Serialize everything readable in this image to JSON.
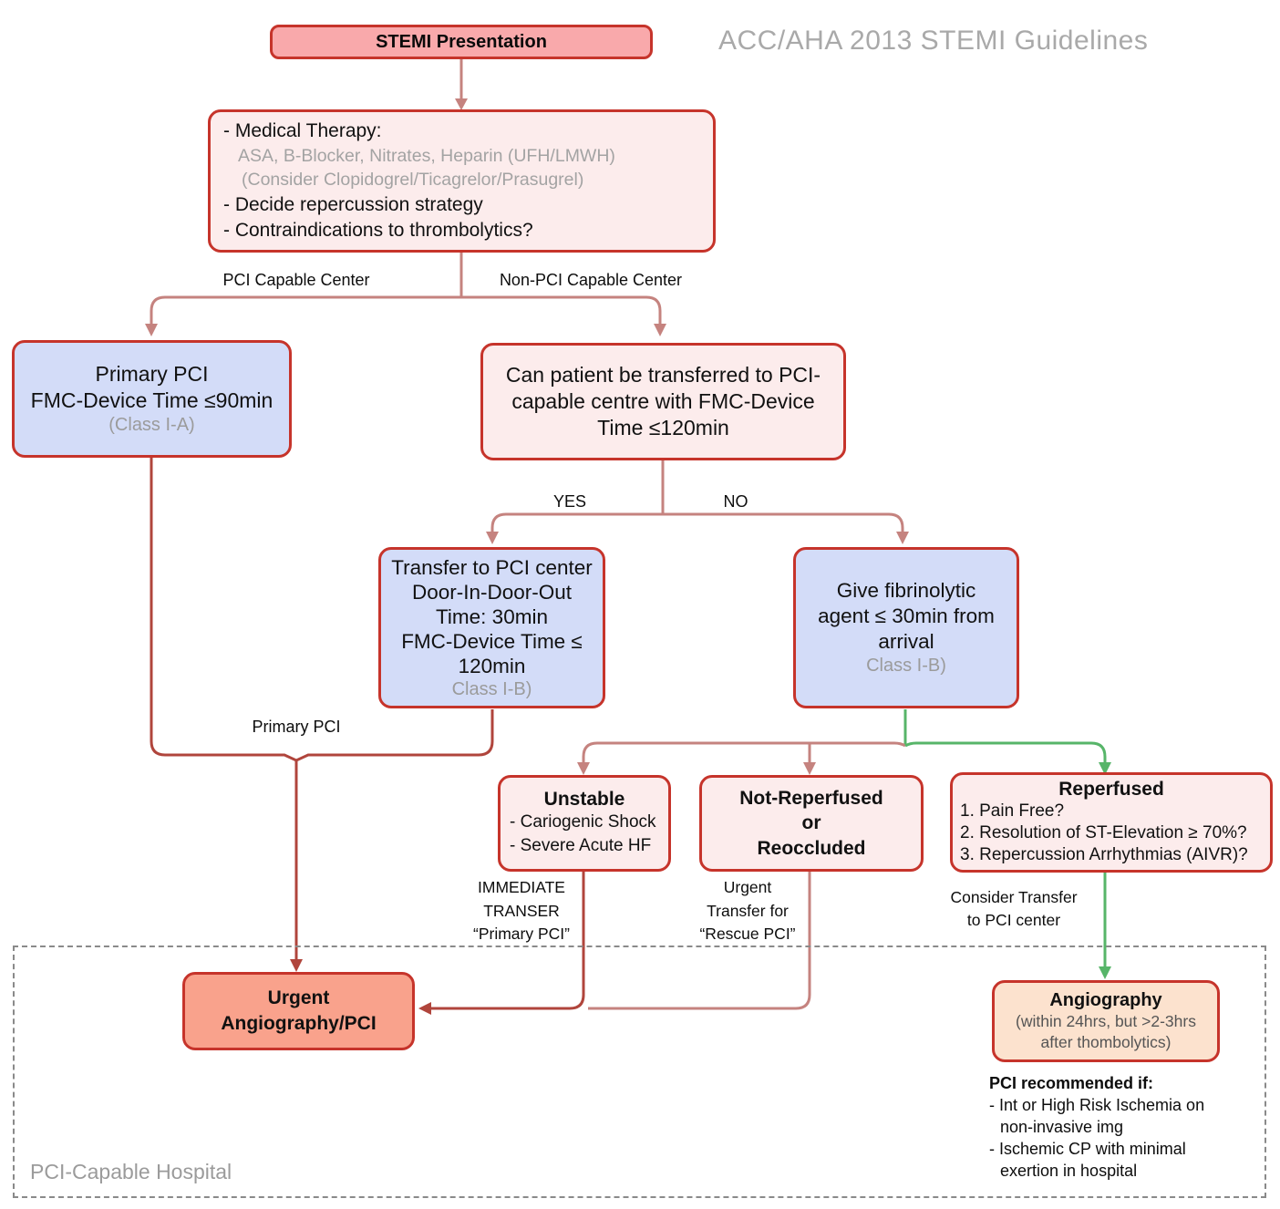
{
  "header": {
    "title": "ACC/AHA 2013 STEMI Guidelines"
  },
  "nodes": {
    "stemi": {
      "label": "STEMI Presentation"
    },
    "medical": {
      "lines": [
        "- Medical Therapy:",
        "ASA, B-Blocker, Nitrates, Heparin (UFH/LMWH)",
        "(Consider Clopidogrel/Ticagrelor/Prasugrel)",
        "- Decide repercussion strategy",
        "- Contraindications to thrombolytics?"
      ]
    },
    "primary_pci": {
      "lines": [
        "Primary PCI",
        "FMC-Device Time ≤90min"
      ],
      "class_label": "(Class I-A)"
    },
    "transfer_question": {
      "lines": [
        "Can patient be transferred to PCI-",
        "capable centre with FMC-Device",
        "Time ≤120min"
      ]
    },
    "transfer_pci": {
      "lines": [
        "Transfer to PCI center",
        "Door-In-Door-Out",
        "Time: 30min",
        "FMC-Device Time ≤",
        "120min"
      ],
      "class_label": "Class I-B)"
    },
    "fibrinolytic": {
      "lines": [
        "Give fibrinolytic",
        "agent ≤ 30min from",
        "arrival"
      ],
      "class_label": "Class I-B)"
    },
    "unstable": {
      "title": "Unstable",
      "items": [
        "- Cariogenic Shock",
        "- Severe Acute HF"
      ]
    },
    "not_reperfused": {
      "lines": [
        "Not-Reperfused",
        "or",
        "Reoccluded"
      ]
    },
    "reperfused": {
      "title": "Reperfused",
      "items": [
        "1. Pain Free?",
        "2. Resolution of ST-Elevation ≥ 70%?",
        "3. Repercussion Arrhythmias (AIVR)?"
      ]
    },
    "urgent_angio": {
      "lines": [
        "Urgent",
        "Angiography/PCI"
      ]
    },
    "angiography": {
      "title": "Angiography",
      "sub_lines": [
        "(within 24hrs, but >2-3hrs",
        "after thombolytics)"
      ]
    }
  },
  "edge_labels": {
    "pci_capable": "PCI Capable Center",
    "non_pci_capable": "Non-PCI Capable Center",
    "yes": "YES",
    "no": "NO",
    "primary_pci": "Primary PCI",
    "immediate_transfer": [
      "IMMEDIATE",
      "TRANSER",
      "“Primary PCI”"
    ],
    "urgent_transfer": [
      "Urgent",
      "Transfer for",
      "“Rescue PCI”"
    ],
    "consider_transfer": [
      "Consider Transfer",
      "to PCI center"
    ]
  },
  "notes": {
    "pci_recommended": {
      "title": "PCI recommended if:",
      "lines": [
        "- Int or High Risk Ischemia on",
        "non-invasive img",
        "- Ischemic CP with minimal",
        "exertion in hospital"
      ]
    }
  },
  "region": {
    "label": "PCI-Capable Hospital"
  },
  "colors": {
    "node_border": "#c6342b",
    "pink_fill": "#fcecec",
    "header_pink_fill": "#f9a9ab",
    "blue_fill": "#d3dcf8",
    "salmon_fill": "#f9a28c",
    "peach_fill": "#fce2ce",
    "rose_arrow": "#c5837f",
    "red_arrow": "#b0453c",
    "green_arrow": "#57b569",
    "muted_text": "#9b9b9b",
    "title_text": "#a9a9a9"
  }
}
